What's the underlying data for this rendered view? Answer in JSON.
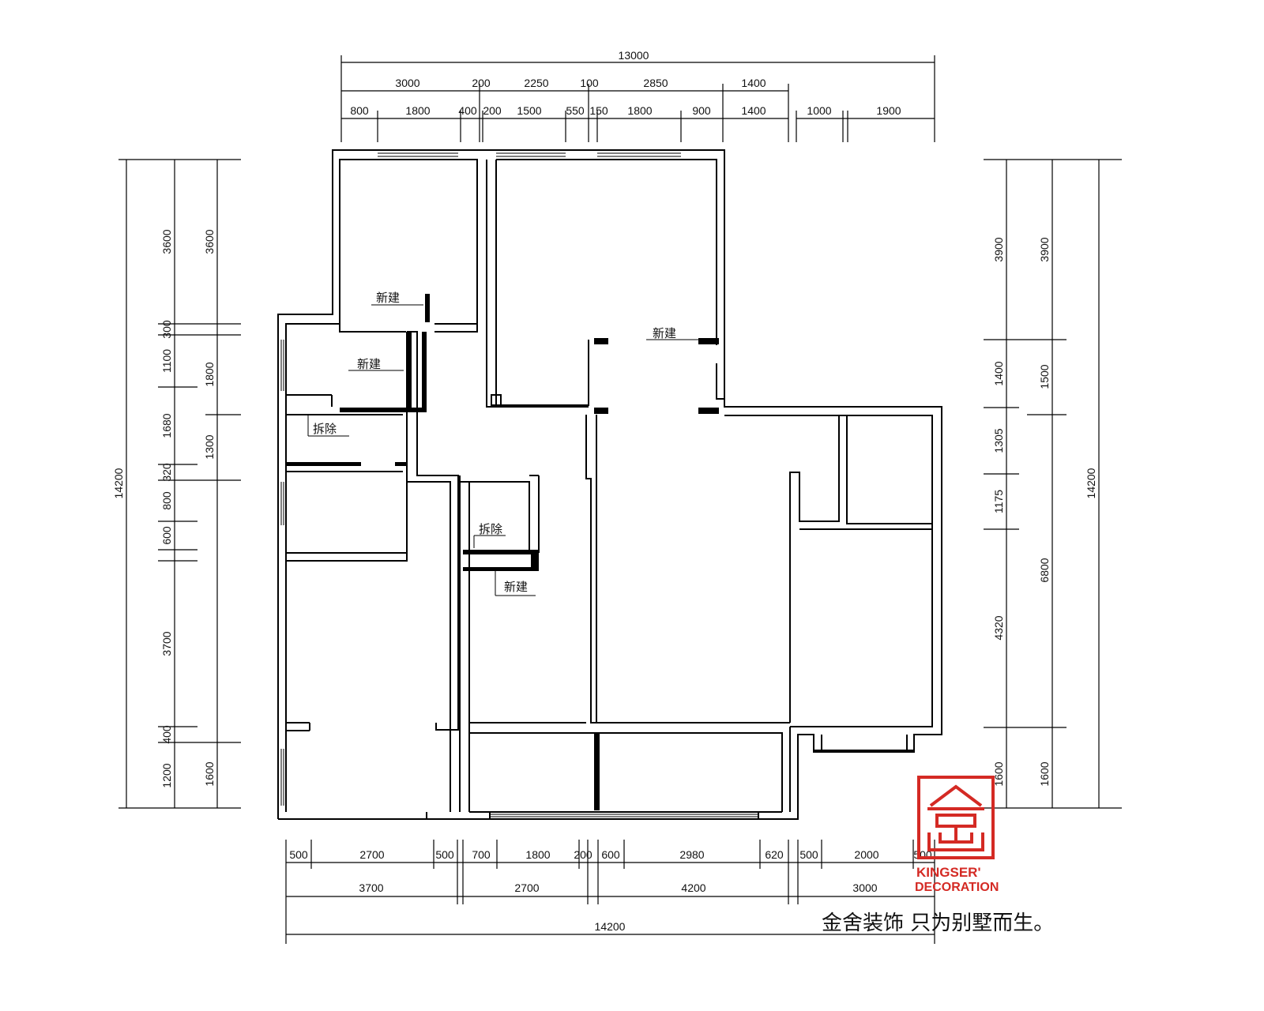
{
  "dims": {
    "top_total": "13000",
    "top_row1": [
      "3000",
      "200",
      "2250",
      "100",
      "2850",
      "1400"
    ],
    "top_row2": [
      "800",
      "1800",
      "400",
      "200",
      "1500",
      "550",
      "150",
      "1800",
      "900",
      "1400",
      "1000",
      "1900"
    ],
    "left_total": "14200",
    "left_col1": [
      "3600",
      "300",
      "1100",
      "1680",
      "320",
      "800",
      "600",
      "3700",
      "400",
      "1200"
    ],
    "left_col2": [
      "3600",
      "1800",
      "1300",
      "1600"
    ],
    "right_total": "14200",
    "right_col1": [
      "3900",
      "1400",
      "1305",
      "1175",
      "4320",
      "1600"
    ],
    "right_col2": [
      "3900",
      "1500",
      "6800",
      "1600"
    ],
    "bottom_row1": [
      "500",
      "2700",
      "500",
      "700",
      "1800",
      "200",
      "600",
      "2980",
      "620",
      "500",
      "2000",
      "500"
    ],
    "bottom_row2": [
      "3700",
      "2700",
      "4200",
      "3000"
    ],
    "bottom_total": "14200"
  },
  "notes": {
    "new_build": "新建",
    "demolish": "拆除"
  },
  "brand": {
    "line1": "KINGSER'",
    "line2": "DECORATION",
    "slogan": "金舍装饰 只为别墅而生。",
    "color": "#d42a24"
  }
}
